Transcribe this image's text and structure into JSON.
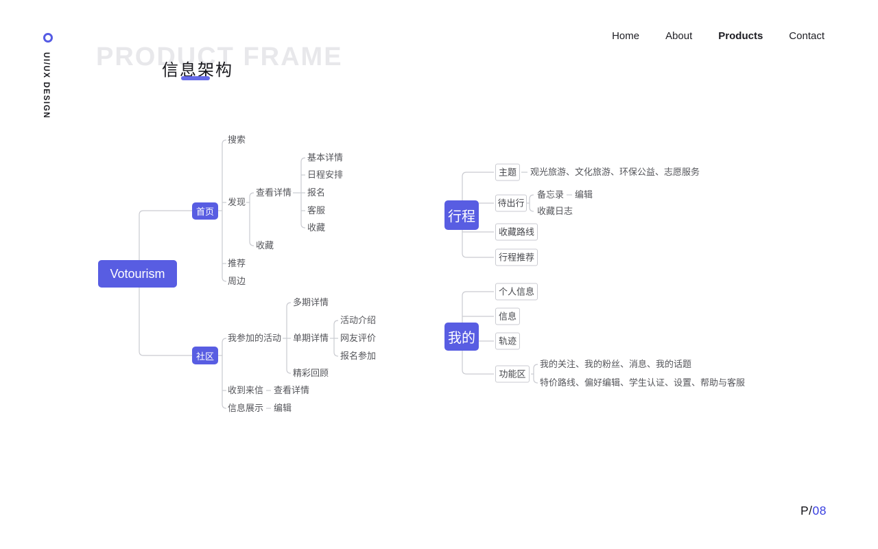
{
  "side_rail": {
    "brand_label": "UI/UX DESIGN"
  },
  "header": {
    "watermark": "PRODUCT FRAME",
    "title": "信息架构"
  },
  "nav": {
    "home": "Home",
    "about": "About",
    "products": "Products",
    "contact": "Contact",
    "active_item": "Products"
  },
  "colors": {
    "accent": "#585de2",
    "connector_line": "#c9cad0",
    "watermark_text": "#e8e8eb",
    "page_number_accent": "#383ee0"
  },
  "left_map": {
    "root": "Votourism",
    "home": {
      "label": "首页",
      "search": "搜索",
      "discover": "发现",
      "view_detail": "查看详情",
      "basic_detail": "基本详情",
      "schedule": "日程安排",
      "signup": "报名",
      "service": "客服",
      "favorite": "收藏",
      "discover_favorite": "收藏",
      "recommend": "推荐",
      "nearby": "周边"
    },
    "community": {
      "label": "社区",
      "my_activities": "我参加的活动",
      "multi_detail": "多期详情",
      "single_detail": "单期详情",
      "activity_intro": "活动介绍",
      "reviews": "网友评价",
      "join": "报名参加",
      "highlights": "精彩回顾",
      "inbox": "收到来信",
      "inbox_view_detail": "查看详情",
      "info_display": "信息展示",
      "edit": "编辑"
    }
  },
  "right_map": {
    "trip": {
      "label": "行程",
      "theme": "主题",
      "theme_values": "观光旅游、文化旅游、环保公益、志愿服务",
      "upcoming": "待出行",
      "memo": "备忘录",
      "memo_edit": "编辑",
      "favorite_logs": "收藏日志",
      "favorite_routes": "收藏路线",
      "trip_recommend": "行程推荐"
    },
    "mine": {
      "label": "我的",
      "profile": "个人信息",
      "messages": "信息",
      "tracks": "轨迹",
      "function_area": "功能区",
      "function_line1": "我的关注、我的粉丝、消息、我的话题",
      "function_line2": "特价路线、偏好编辑、学生认证、设置、帮助与客服"
    }
  },
  "footer": {
    "page_prefix": "P/",
    "page_number": "08"
  }
}
